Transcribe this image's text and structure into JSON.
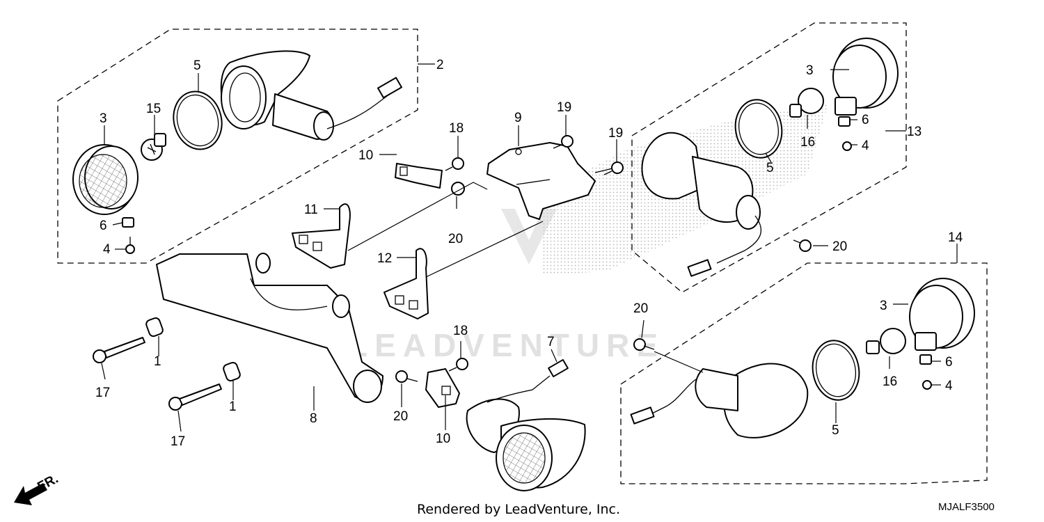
{
  "labels": {
    "l1a": "1",
    "l1b": "1",
    "l2": "2",
    "l3a": "3",
    "l3b": "3",
    "l3c": "3",
    "l4a": "4",
    "l4b": "4",
    "l4c": "4",
    "l5a": "5",
    "l5b": "5",
    "l5c": "5",
    "l6a": "6",
    "l6b": "6",
    "l6c": "6",
    "l7": "7",
    "l8": "8",
    "l9": "9",
    "l10a": "10",
    "l10b": "10",
    "l11": "11",
    "l12": "12",
    "l13": "13",
    "l14": "14",
    "l15": "15",
    "l16a": "16",
    "l16b": "16",
    "l17a": "17",
    "l17b": "17",
    "l18a": "18",
    "l18b": "18",
    "l19a": "19",
    "l19b": "19",
    "l20a": "20",
    "l20b": "20",
    "l20c": "20",
    "l20d": "20"
  },
  "front_indicator": "FR.",
  "footer": {
    "rendered_by": "Rendered by LeadVenture, Inc.",
    "diagram_code": "MJALF3500"
  },
  "watermark": {
    "brand": "LEADVENTURE"
  }
}
